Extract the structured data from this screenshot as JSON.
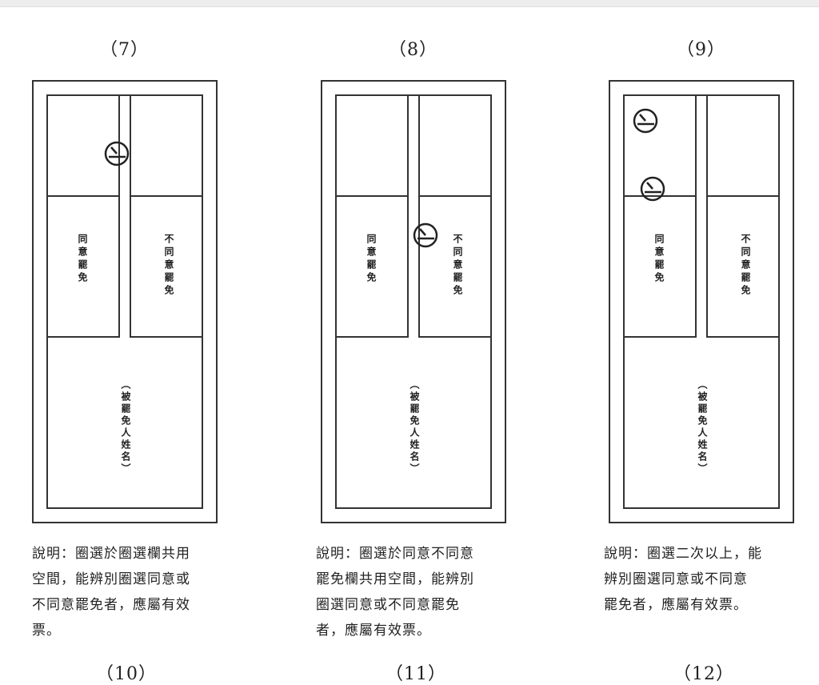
{
  "panels": [
    {
      "label": "（7）",
      "ballot": {
        "agree": "同意罷免",
        "disagree": "不同意罷免",
        "candidate": "（被罷免人姓名）"
      },
      "description": "說明：圈選於圈選欄共用\n空間，能辨別圈選同意或\n不同意罷免者，應屬有效\n票。"
    },
    {
      "label": "（8）",
      "ballot": {
        "agree": "同意罷免",
        "disagree": "不同意罷免",
        "candidate": "（被罷免人姓名）"
      },
      "description": "說明：圈選於同意不同意\n罷免欄共用空間，能辨別\n圈選同意或不同意罷免\n者，應屬有效票。"
    },
    {
      "label": "（9）",
      "ballot": {
        "agree": "同意罷免",
        "disagree": "不同意罷免",
        "candidate": "（被罷免人姓名）"
      },
      "description": "說明：圈選二次以上，能\n辨別圈選同意或不同意\n罷免者，應屬有效票。"
    }
  ],
  "next_labels": [
    "（10）",
    "（11）",
    "（12）"
  ],
  "colors": {
    "line": "#333333",
    "text": "#222222",
    "background": "#ffffff"
  },
  "icons": {
    "vote_mark": "circled-vote-stamp-icon"
  }
}
